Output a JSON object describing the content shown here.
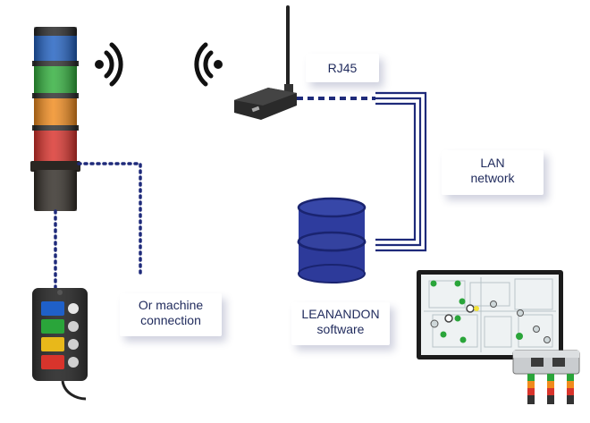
{
  "labels": {
    "rj45": "RJ45",
    "lan_line1": "LAN",
    "lan_line2": "network",
    "machine_line1": "Or machine",
    "machine_line2": "connection",
    "software_line1": "LEANANDON",
    "software_line2": "software"
  },
  "colors": {
    "line": "#1e2a7a",
    "text": "#1f2a5c",
    "db_fill": "#2d3a9a",
    "db_edge": "#1a2470",
    "tower_blue": "#1f5fc0",
    "tower_green": "#2fae3a",
    "tower_orange": "#f08a1c",
    "tower_red": "#d9302a",
    "call_blue": "#1f60c8",
    "call_green": "#2aa53a",
    "call_yellow": "#e8b81a",
    "call_red": "#d8342c"
  },
  "icons": [
    "signal-tower",
    "wireless-signal-icon",
    "wifi-router",
    "database-icon",
    "call-station",
    "dashboard-screen",
    "io-module"
  ]
}
